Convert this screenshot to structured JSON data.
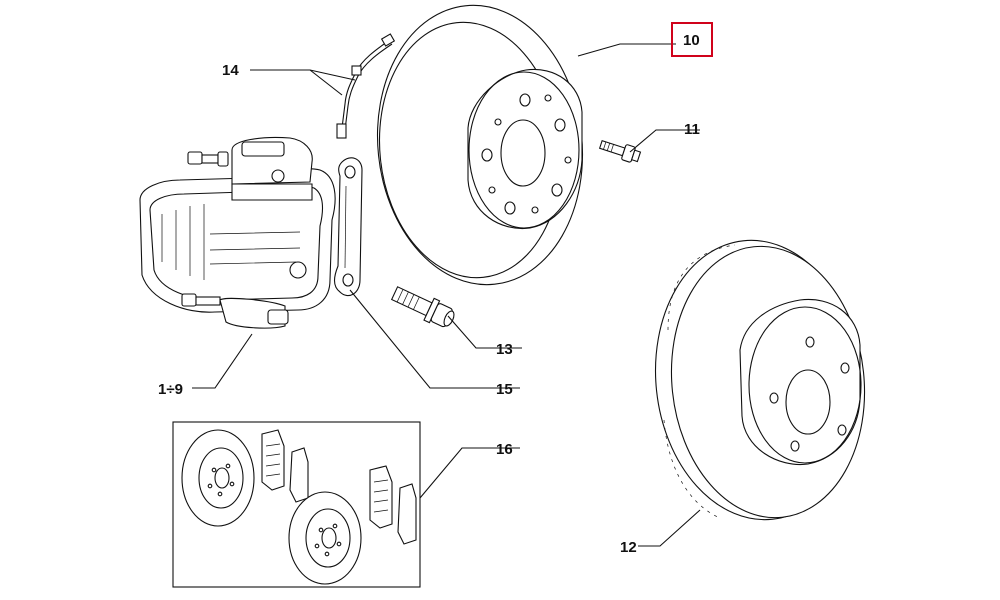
{
  "labels": {
    "disc_solid": "10",
    "wheel_stud": "11",
    "disc_ventilated": "12",
    "caliper_bolt": "13",
    "wear_sensor": "14",
    "sensor_bracket": "15",
    "disc_pad_kit": "16",
    "caliper_assembly": "1÷9"
  },
  "colors": {
    "highlight_box": "#d0021b",
    "ink": "#111111",
    "background": "#ffffff"
  }
}
